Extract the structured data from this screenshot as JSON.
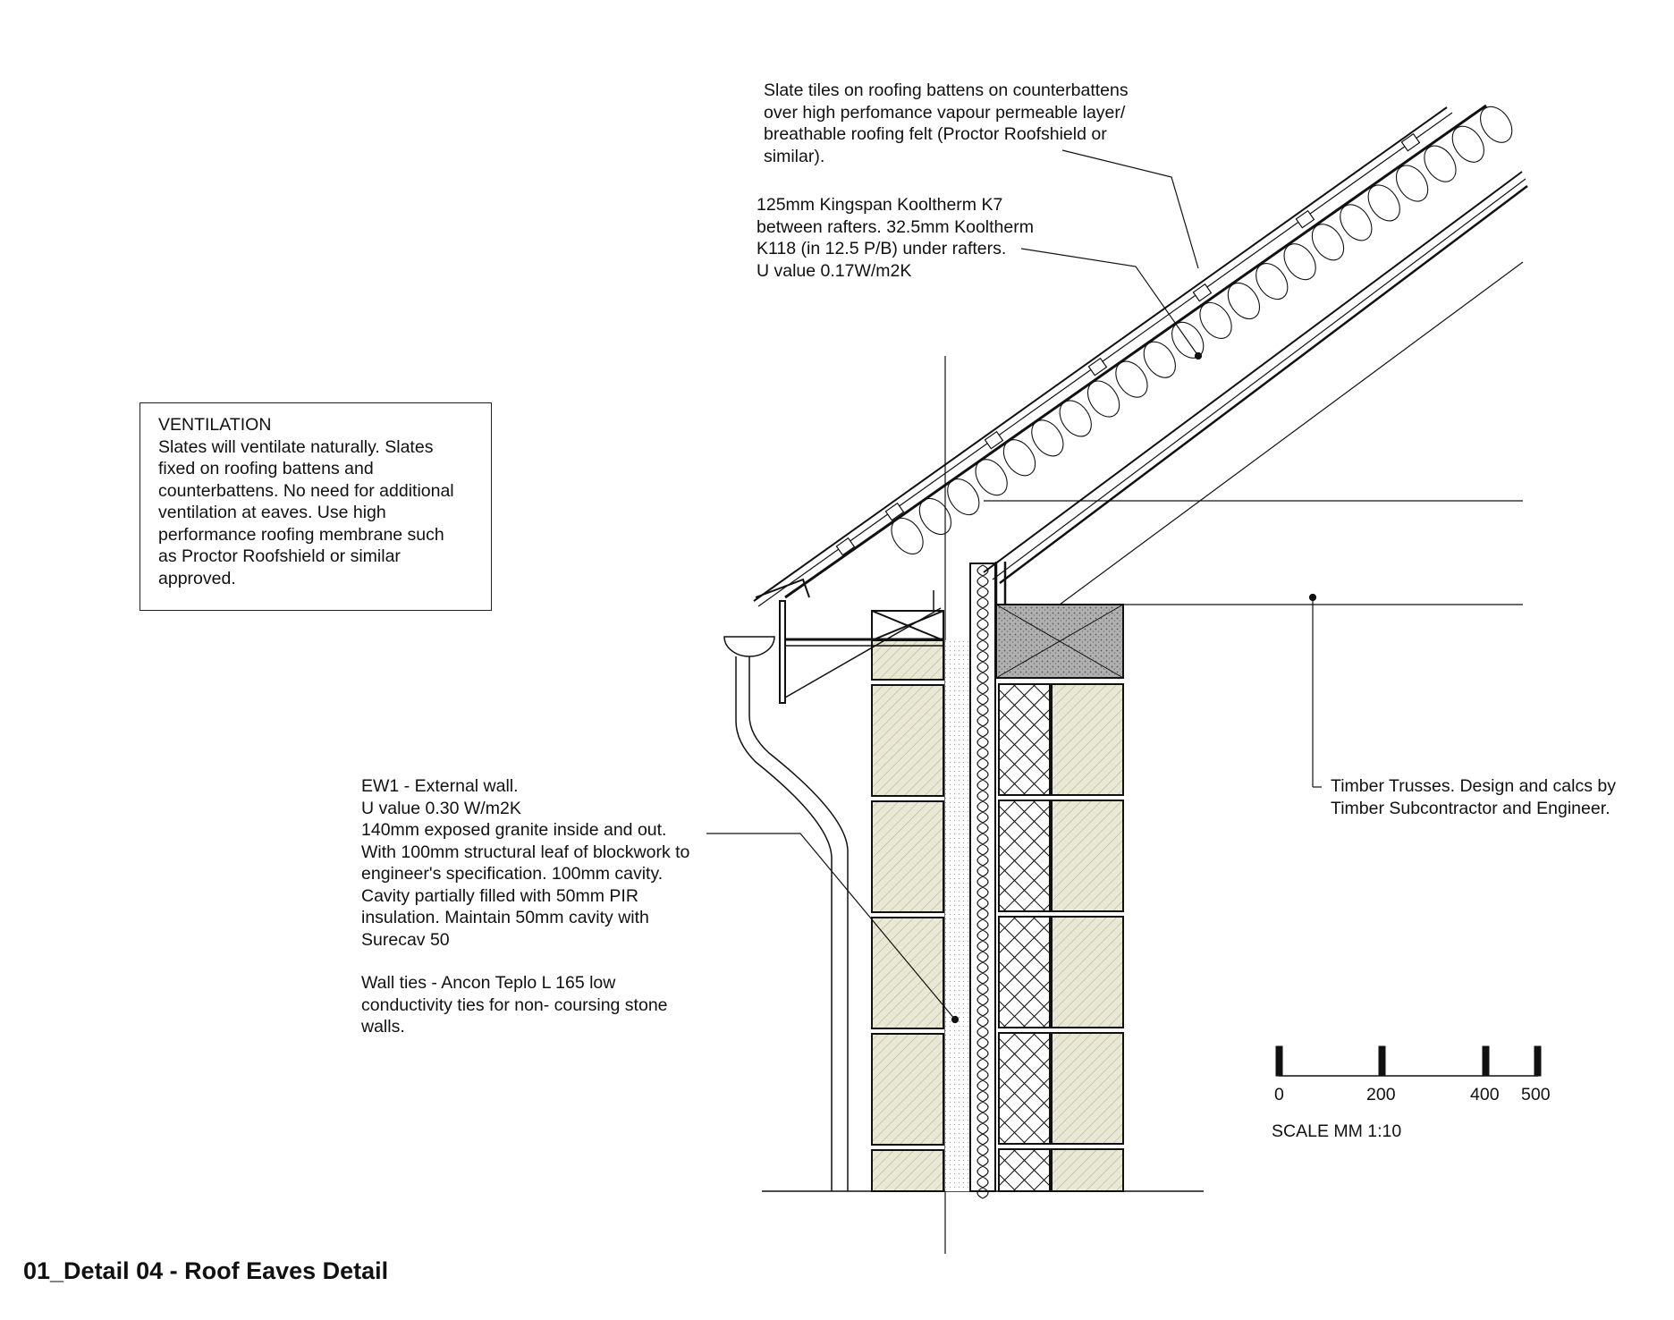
{
  "title": "01_Detail 04 - Roof Eaves Detail",
  "notes": {
    "slate_tiles": "Slate tiles on roofing battens on counterbattens\nover high perfomance vapour permeable layer/\nbreathable roofing felt (Proctor Roofshield or\nsimilar).",
    "insulation": "125mm Kingspan Kooltherm K7\nbetween rafters. 32.5mm Kooltherm\nK118 (in 12.5 P/B) under rafters.\nU value 0.17W/m2K",
    "ventilation_title": "VENTILATION",
    "ventilation_body": "Slates will ventilate naturally. Slates\nfixed on roofing battens and\ncounterbattens. No need for additional\nventilation at eaves. Use high\nperformance roofing membrane such\nas Proctor Roofshield or similar\napproved.",
    "external_wall": "EW1 - External wall.\nU value 0.30 W/m2K\n140mm exposed granite inside and out.\nWith 100mm structural leaf of blockwork to\nengineer's specification. 100mm cavity.\nCavity partially filled with 50mm PIR\ninsulation. Maintain 50mm cavity with\nSurecav 50",
    "wall_ties": "Wall ties - Ancon Teplo L 165 low\nconductivity ties for non- coursing stone\nwalls.",
    "trusses": "Timber Trusses. Design and calcs by\nTimber Subcontractor and Engineer."
  },
  "scale": {
    "ticks": [
      "0",
      "200",
      "400",
      "500"
    ],
    "label": "SCALE MM 1:10"
  },
  "colors": {
    "line": "#111111",
    "stone_fill": "#e9e8d4",
    "block_fill": "#ffffff",
    "wallplate_fill": "#a8a8a8"
  }
}
